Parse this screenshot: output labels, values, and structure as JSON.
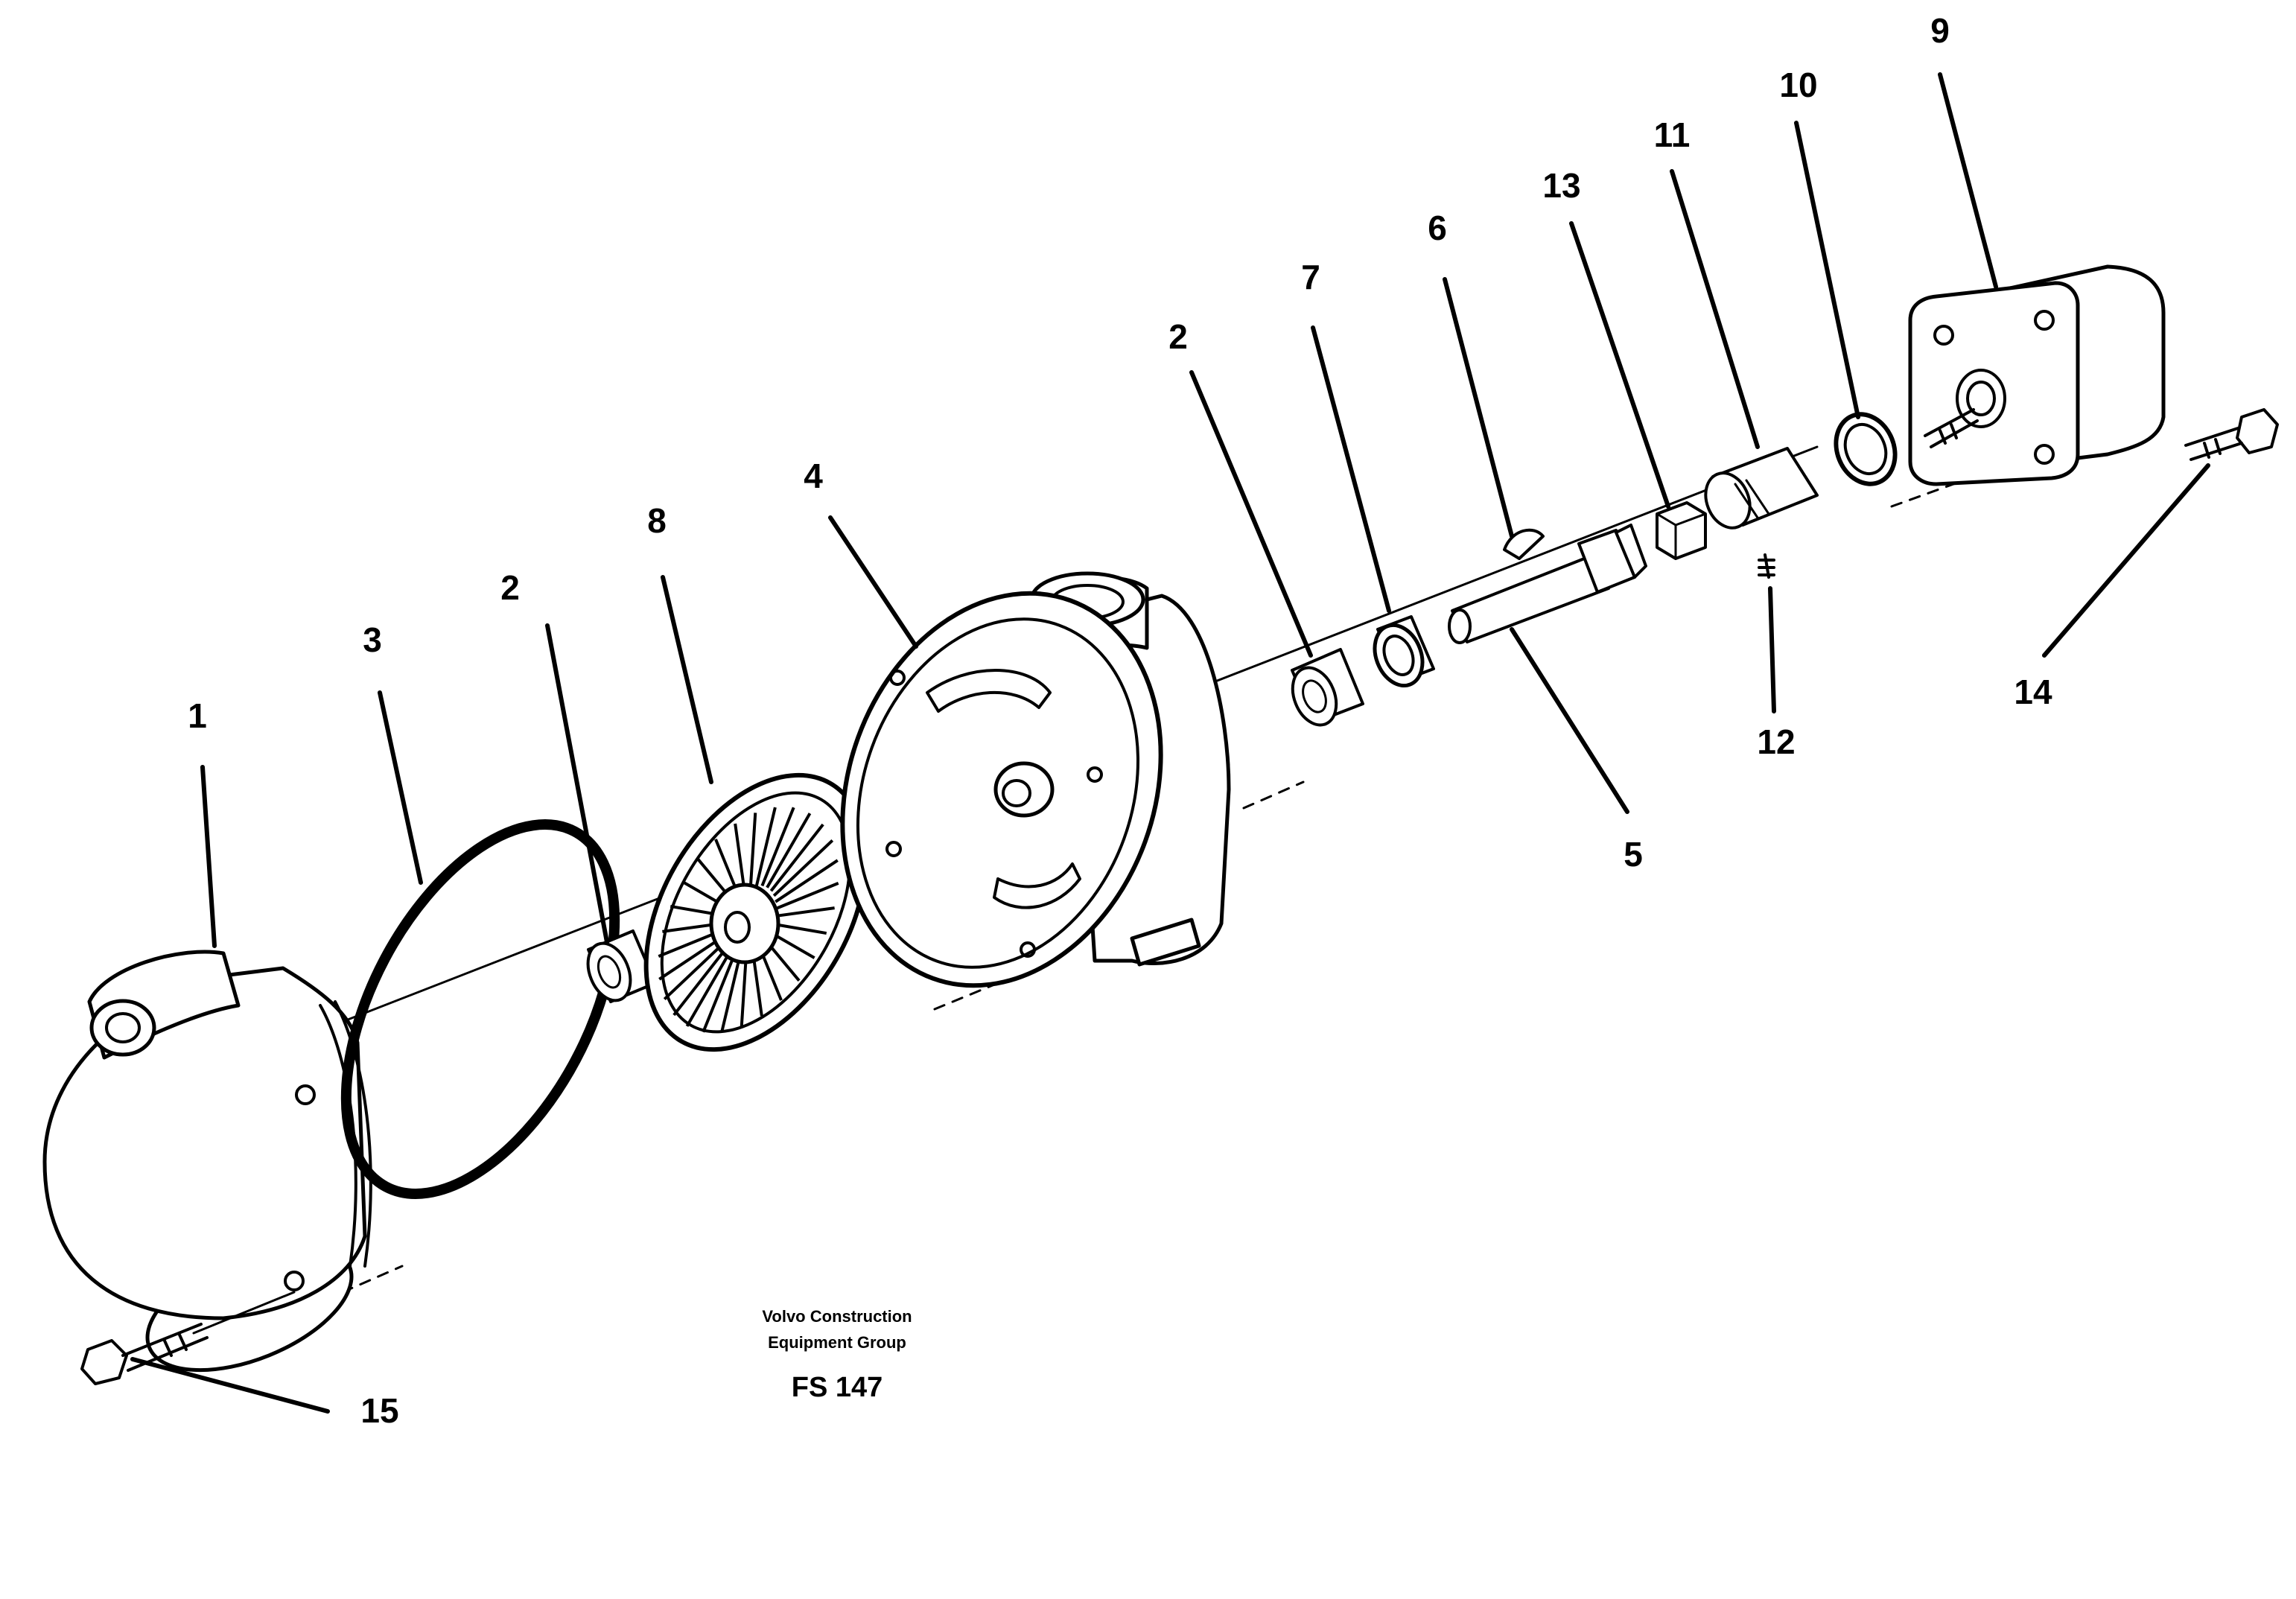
{
  "callouts": {
    "c1": "1",
    "c2a": "2",
    "c2b": "2",
    "c3": "3",
    "c4": "4",
    "c5": "5",
    "c6": "6",
    "c7": "7",
    "c8": "8",
    "c9": "9",
    "c10": "10",
    "c11": "11",
    "c12": "12",
    "c13": "13",
    "c14": "14",
    "c15": "15"
  },
  "caption": {
    "line1": "Volvo Construction",
    "line2": "Equipment Group",
    "code": "FS 147"
  }
}
